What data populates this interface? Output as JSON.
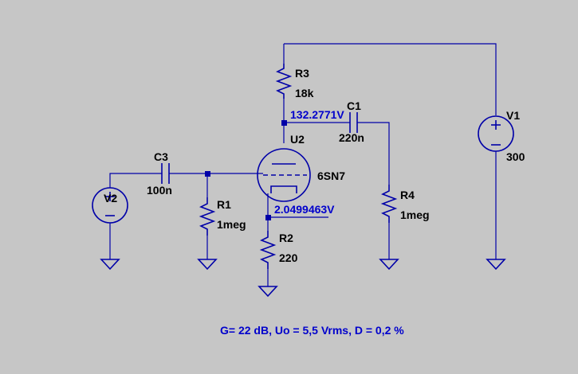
{
  "components": {
    "r3": {
      "ref": "R3",
      "value": "18k"
    },
    "c1": {
      "ref": "C1",
      "value": "220n"
    },
    "u2": {
      "ref": "U2",
      "value": "6SN7"
    },
    "v1": {
      "ref": "V1",
      "value": "300"
    },
    "c3": {
      "ref": "C3",
      "value": "100n"
    },
    "v2": {
      "ref": "V2"
    },
    "r1": {
      "ref": "R1",
      "value": "1meg"
    },
    "r4": {
      "ref": "R4",
      "value": "1meg"
    },
    "r2": {
      "ref": "R2",
      "value": "220"
    }
  },
  "node_voltages": {
    "plate": "132.2771V",
    "cathode": "2.0499463V"
  },
  "result_text": "G= 22 dB, Uo = 5,5 Vrms, D = 0,2 %",
  "colors": {
    "background": "#c6c6c6",
    "wire": "#0000a8",
    "voltage_text": "#0000cc"
  }
}
